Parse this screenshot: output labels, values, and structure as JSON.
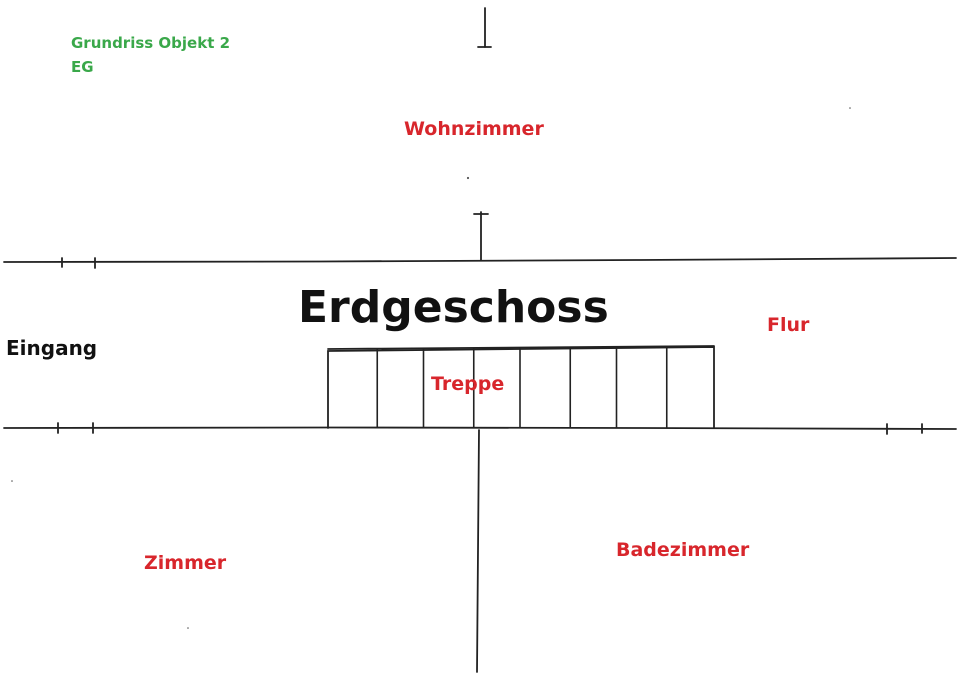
{
  "header": {
    "title_line1": "Grundriss Objekt 2",
    "title_line2": "EG"
  },
  "floor_title": "Erdgeschoss",
  "labels": {
    "entrance": "Eingang",
    "living_room": "Wohnzimmer",
    "hallway": "Flur",
    "stairs": "Treppe",
    "room": "Zimmer",
    "bathroom": "Badezimmer"
  },
  "colors": {
    "title": "#3aa84a",
    "room_label": "#d8262c",
    "lines": "#222222",
    "background": "#ffffff"
  },
  "stairs": {
    "tread_count": 8
  }
}
